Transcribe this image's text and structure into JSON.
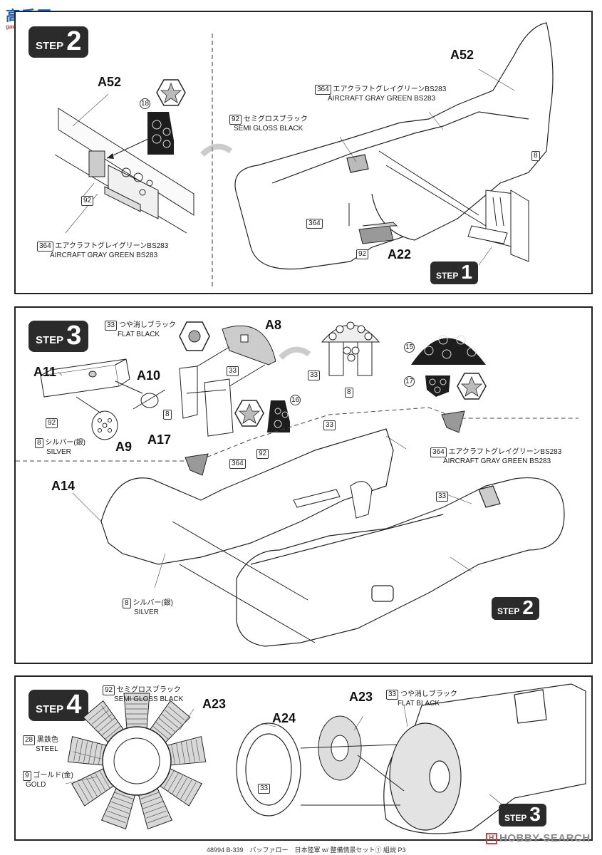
{
  "site_logo": {
    "name": "高手网",
    "url": "gao-shou.com"
  },
  "steps": {
    "step2": {
      "badge": {
        "word": "STEP",
        "number": "2"
      },
      "parts": [
        "A52",
        "A52",
        "A22"
      ],
      "paint_refs": {
        "aircraft_gray_green_left": {
          "num": "364",
          "jp": "エアクラフトグレイグリーンBS283",
          "en": "AIRCRAFT GRAY GREEN BS283"
        },
        "aircraft_gray_green_right": {
          "num": "364",
          "jp": "エアクラフトグレイグリーンBS283",
          "en": "AIRCRAFT GRAY GREEN BS283"
        },
        "semi_gloss_black": {
          "num": "92",
          "jp": "セミグロスブラック",
          "en": "SEMI GLOSS BLACK"
        }
      },
      "callouts": {
        "decal_18": "18",
        "num_92_left": "92",
        "num_92_right": "92",
        "num_364_body": "364",
        "num_8": "8"
      },
      "sub_badge": {
        "word": "STEP",
        "number": "1"
      }
    },
    "step3": {
      "badge": {
        "word": "STEP",
        "number": "3"
      },
      "parts": {
        "a8": "A8",
        "a11": "A11",
        "a10": "A10",
        "a9": "A9",
        "a17": "A17",
        "a14": "A14"
      },
      "paint_refs": {
        "flat_black": {
          "num": "33",
          "jp": "つや消しブラック",
          "en": "FLAT BLACK"
        },
        "silver_upper": {
          "num": "8",
          "jp": "シルバー(銀)",
          "en": "SILVER"
        },
        "silver_lower": {
          "num": "8",
          "jp": "シルバー(銀)",
          "en": "SILVER"
        },
        "aircraft_gray_green": {
          "num": "364",
          "jp": "エアクラフトグレイグリーンBS283",
          "en": "AIRCRAFT GRAY GREEN BS283"
        }
      },
      "callouts": {
        "num_33_a8": "33",
        "num_8_a10": "8",
        "num_92_a11": "92",
        "decal_15": "15",
        "decal_16": "16",
        "decal_17": "17",
        "num_33_panel": "33",
        "num_8_panel": "8",
        "num_33_body": "33",
        "num_92_body": "92",
        "num_364_body": "364",
        "num_33_rear": "33"
      },
      "sub_badge": {
        "word": "STEP",
        "number": "2"
      }
    },
    "step4": {
      "badge": {
        "word": "STEP",
        "number": "4"
      },
      "parts": {
        "a23_left": "A23",
        "a23_right": "A23",
        "a24": "A24"
      },
      "paint_refs": {
        "semi_gloss_black": {
          "num": "92",
          "jp": "セミグロスブラック",
          "en": "SEMI GLOSS BLACK"
        },
        "steel": {
          "num": "28",
          "jp": "黒鉄色",
          "en": "STEEL"
        },
        "gold": {
          "num": "9",
          "jp": "ゴールド(金)",
          "en": "GOLD"
        },
        "flat_black": {
          "num": "33",
          "jp": "つや消しブラック",
          "en": "FLAT BLACK"
        }
      },
      "callouts": {
        "num_33_cowl": "33"
      },
      "sub_badge": {
        "word": "STEP",
        "number": "3"
      }
    }
  },
  "footer": "48994 B-339　バッファロー　日本陸軍 w/ 整備情景セット① 組説 P3",
  "watermark": "HOBBY-SEARCH"
}
